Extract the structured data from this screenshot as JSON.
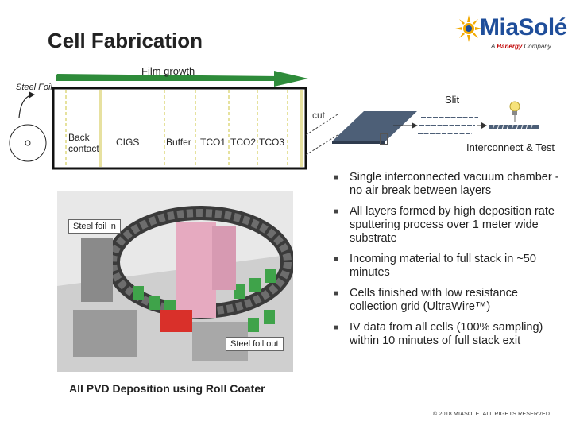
{
  "slide": {
    "title": "Cell Fabrication",
    "logo": {
      "name": "MiaSolé",
      "tagline_prefix": "A ",
      "tagline_brand": "Hanergy",
      "tagline_suffix": " Company"
    },
    "copyright": "© 2018 MIASOLE. ALL RIGHTS RESERVED"
  },
  "process": {
    "film_growth_label": "Film growth",
    "steel_foil_label": "Steel Foil",
    "cut_label": "cut",
    "slit_label": "Slit",
    "interconnect_label": "Interconnect & Test",
    "layers": [
      {
        "label_line1": "Back",
        "label_line2": "contact"
      },
      {
        "label_line1": "CIGS",
        "label_line2": ""
      },
      {
        "label_line1": "Buffer",
        "label_line2": ""
      },
      {
        "label_line1": "TCO1",
        "label_line2": ""
      },
      {
        "label_line1": "TCO2",
        "label_line2": ""
      },
      {
        "label_line1": "TCO3",
        "label_line2": ""
      }
    ]
  },
  "machine": {
    "callout_in": "Steel foil in",
    "callout_out": "Steel foil out",
    "caption": "All PVD Deposition using Roll Coater"
  },
  "bullets": [
    "Single interconnected vacuum chamber - no air break between layers",
    "All layers formed by high deposition rate sputtering process over 1 meter wide substrate",
    "Incoming material to full stack in ~50 minutes",
    "Cells finished with low resistance collection grid (UltraWire™)",
    "IV data from all cells (100% sampling) within 10 minutes of full stack exit"
  ],
  "colors": {
    "arrow_green": "#2e8b3a",
    "box_outline": "#111111",
    "divider_yellow": "#d8d26a",
    "logo_blue": "#1f4e9a",
    "logo_sun": "#f2a900",
    "hanergy_red": "#c00000"
  }
}
